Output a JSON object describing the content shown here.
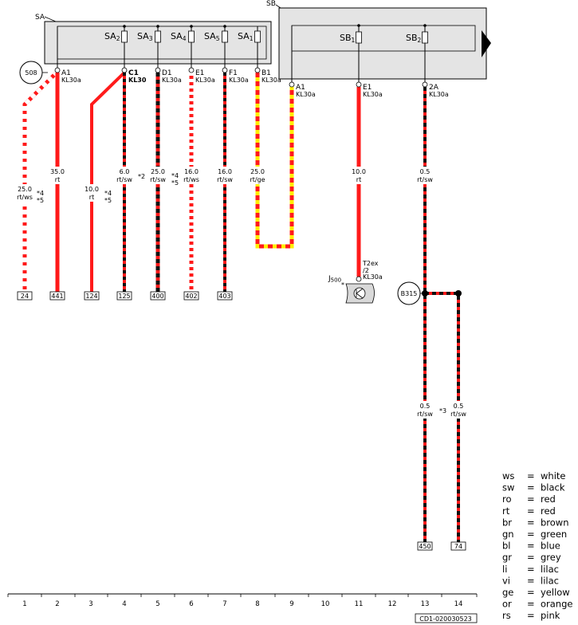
{
  "fuse_boxes": {
    "sa": {
      "label": "SA",
      "fuses": [
        {
          "name": "SA2",
          "text": "SA",
          "sub": "2"
        },
        {
          "name": "SA3",
          "text": "SA",
          "sub": "3"
        },
        {
          "name": "SA4",
          "text": "SA",
          "sub": "4"
        },
        {
          "name": "SA5",
          "text": "SA",
          "sub": "5"
        },
        {
          "name": "SA1",
          "text": "SA",
          "sub": "1"
        }
      ]
    },
    "sb": {
      "label": "SB",
      "fuses": [
        {
          "name": "SB1",
          "text": "SB",
          "sub": "1"
        },
        {
          "name": "SB2",
          "text": "SB",
          "sub": "2"
        }
      ]
    }
  },
  "terminals": [
    {
      "pin": "A1",
      "term": "KL30a"
    },
    {
      "pin": "C1",
      "term": "KL30"
    },
    {
      "pin": "D1",
      "term": "KL30a"
    },
    {
      "pin": "E1",
      "term": "KL30a"
    },
    {
      "pin": "F1",
      "term": "KL30a"
    },
    {
      "pin": "B1",
      "term": "KL30a"
    },
    {
      "pin": "A1",
      "term": "KL30a"
    },
    {
      "pin": "E1",
      "term": "KL30a"
    },
    {
      "pin": "2A",
      "term": "KL30a"
    }
  ],
  "wires": [
    {
      "size": "25.0",
      "color": "rt/ws",
      "note": "*4",
      "note2": "*5",
      "ref": "24"
    },
    {
      "size": "35.0",
      "color": "rt",
      "note": "",
      "note2": "",
      "ref": "441"
    },
    {
      "size": "10.0",
      "color": "rt",
      "note": "*4",
      "note2": "*5",
      "ref": "124"
    },
    {
      "size": "6.0",
      "color": "rt/sw",
      "note": "*2",
      "note2": "",
      "ref": "125"
    },
    {
      "size": "25.0",
      "color": "rt/sw",
      "note": "*4",
      "note2": "*5",
      "ref": "400"
    },
    {
      "size": "16.0",
      "color": "rt/ws",
      "note": "",
      "note2": "",
      "ref": "402"
    },
    {
      "size": "16.0",
      "color": "rt/sw",
      "note": "",
      "note2": "",
      "ref": "403"
    },
    {
      "size": "25.0",
      "color": "rt/ge",
      "note": "",
      "note2": "",
      "ref": ""
    },
    {
      "size": "10.0",
      "color": "rt",
      "note": "",
      "note2": "",
      "ref": ""
    },
    {
      "size": "0.5",
      "color": "rt/sw",
      "note": "",
      "note2": "",
      "ref": ""
    }
  ],
  "lower_wires": [
    {
      "size": "0.5",
      "color": "rt/sw",
      "note": "",
      "ref": "450"
    },
    {
      "size": "0.5",
      "color": "rt/sw",
      "note": "*3",
      "ref": "74"
    }
  ],
  "components": {
    "ground_508": "508",
    "splice_b315": "B315",
    "j500": {
      "name": "J",
      "sub": "500",
      "star": "*"
    },
    "t2ex": {
      "line1": "T2ex",
      "line2": "/2",
      "line3": "KL30a"
    }
  },
  "columns": [
    "1",
    "2",
    "3",
    "4",
    "5",
    "6",
    "7",
    "8",
    "9",
    "10",
    "11",
    "12",
    "13",
    "14"
  ],
  "doc_id": "CD1-020030523",
  "legend": [
    {
      "code": "ws",
      "eq": "=",
      "name": "white"
    },
    {
      "code": "sw",
      "eq": "=",
      "name": "black"
    },
    {
      "code": "ro",
      "eq": "=",
      "name": "red"
    },
    {
      "code": "rt",
      "eq": "=",
      "name": "red"
    },
    {
      "code": "br",
      "eq": "=",
      "name": "brown"
    },
    {
      "code": "gn",
      "eq": "=",
      "name": "green"
    },
    {
      "code": "bl",
      "eq": "=",
      "name": "blue"
    },
    {
      "code": "gr",
      "eq": "=",
      "name": "grey"
    },
    {
      "code": "li",
      "eq": "=",
      "name": "lilac"
    },
    {
      "code": "vi",
      "eq": "=",
      "name": "lilac"
    },
    {
      "code": "ge",
      "eq": "=",
      "name": "yellow"
    },
    {
      "code": "or",
      "eq": "=",
      "name": "orange"
    },
    {
      "code": "rs",
      "eq": "=",
      "name": "pink"
    }
  ],
  "colors": {
    "red": "#ff1a1a",
    "black": "#111111",
    "white": "#ffffff",
    "yellow": "#ffee00",
    "box_fill": "#e4e4e4",
    "component_fill": "#d9d9d9"
  }
}
